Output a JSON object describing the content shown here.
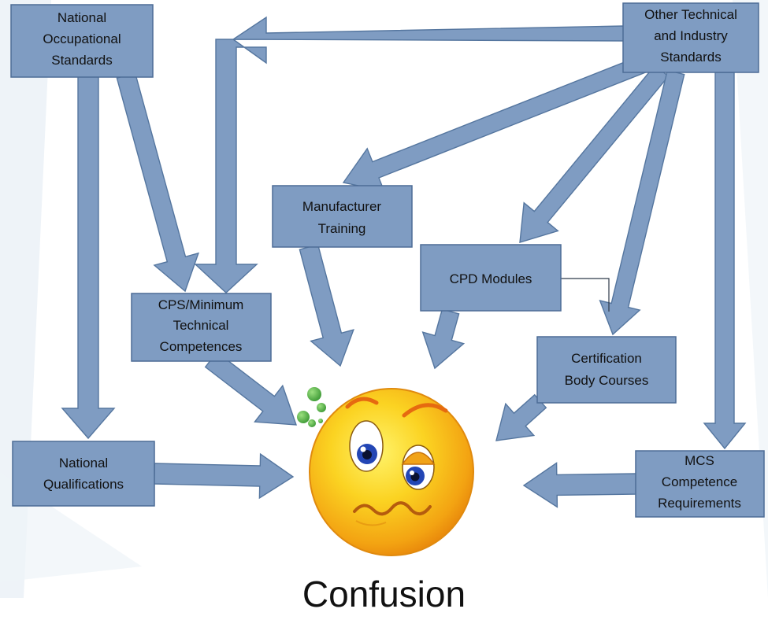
{
  "boxes": {
    "nos": [
      "National",
      "Occupational",
      "Standards"
    ],
    "other": [
      "Other Technical",
      "and Industry",
      "Standards"
    ],
    "manufacturer": [
      "Manufacturer",
      "Training"
    ],
    "cpd": [
      "CPD Modules"
    ],
    "cps": [
      "CPS/Minimum",
      "Technical",
      "Competences"
    ],
    "certification": [
      "Certification",
      "Body Courses"
    ],
    "nq": [
      "National",
      "Qualifications"
    ],
    "mcs": [
      "MCS",
      "Competence",
      "Requirements"
    ]
  },
  "caption": "Confusion",
  "colors": {
    "box_fill": "#7f9cc2",
    "arrow_fill": "#7f9cc2",
    "box_stroke": "#4d6c96",
    "face_yellow": "#f9c81a",
    "face_orange": "#ee8f0c",
    "bubble_green": "#5cb84a"
  },
  "icons": [
    "confused-face-icon",
    "thought-bubbles-icon"
  ]
}
